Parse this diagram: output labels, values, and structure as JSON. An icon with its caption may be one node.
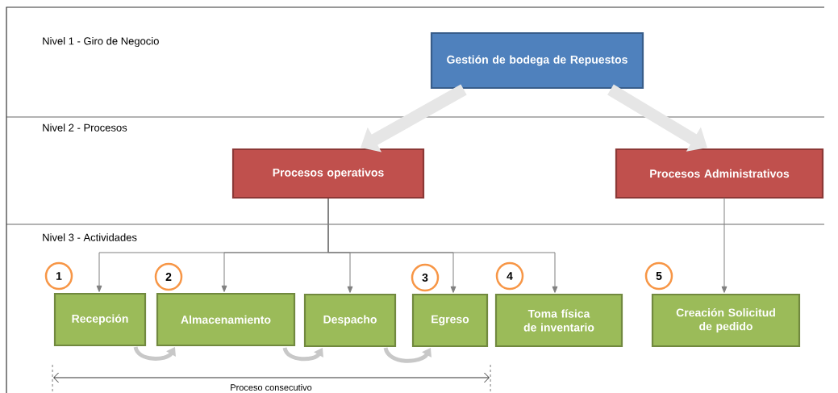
{
  "diagram": {
    "nodes": [
      {
        "text": [
          "Gestión de bodega de Repuestos"
        ]
      },
      {
        "text": [
          "Procesos operativos"
        ]
      },
      {
        "text": [
          "Procesos Administrativos"
        ]
      },
      {
        "text": [
          "Recepción"
        ],
        "beside": [
          "1"
        ]
      },
      {
        "text": [
          "Almacenamiento"
        ],
        "beside": [
          "2"
        ]
      },
      {
        "text": [
          "Despacho"
        ]
      },
      {
        "text": [
          "Egreso"
        ],
        "beside": [
          "3"
        ]
      },
      {
        "text": [
          "Toma física de inventario"
        ],
        "beside": [
          "4"
        ]
      },
      {
        "text": [
          "Creación Solicitud de pedido"
        ],
        "beside": [
          "5"
        ]
      }
    ],
    "edges": [
      {
        "from": 0,
        "to": 1,
        "arrow": "to",
        "style": "thick",
        "color": "#e6e6e6"
      },
      {
        "from": 0,
        "to": 2,
        "arrow": "to",
        "style": "thick",
        "color": "#e6e6e6"
      },
      {
        "from": 1,
        "to": 3,
        "arrow": "to"
      },
      {
        "from": 1,
        "to": 4,
        "arrow": "to"
      },
      {
        "from": 1,
        "to": 5,
        "arrow": "to"
      },
      {
        "from": 1,
        "to": 6,
        "arrow": "to"
      },
      {
        "from": 1,
        "to": 7,
        "arrow": "to"
      },
      {
        "from": 2,
        "to": 8,
        "arrow": "to"
      },
      {
        "from": 3,
        "to": 4,
        "arrow": "to",
        "style": "thick",
        "color": "#c8c8c8"
      },
      {
        "from": 4,
        "to": 5,
        "arrow": "to",
        "style": "thick",
        "color": "#c8c8c8"
      },
      {
        "from": 5,
        "to": 6,
        "arrow": "to",
        "style": "thick",
        "color": "#c8c8c8"
      }
    ],
    "labels": [
      "Nivel 1 - Giro de Negocio",
      "Nivel 2 - Procesos",
      "Nivel 3 - Actividades",
      "Proceso consecutivo"
    ]
  }
}
